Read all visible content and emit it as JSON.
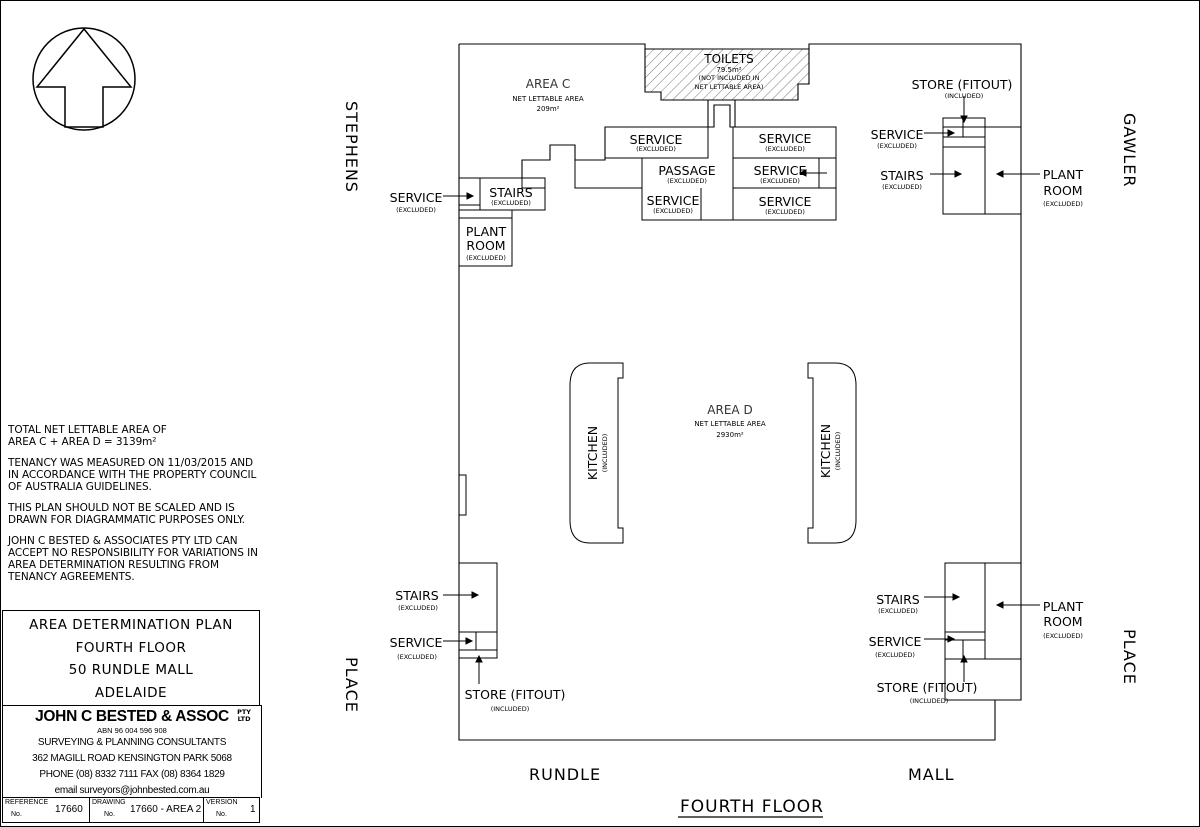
{
  "streets": {
    "stephens": "STEPHENS",
    "gawler": "GAWLER",
    "place_left": "PLACE",
    "place_right": "PLACE",
    "rundle": "RUNDLE",
    "mall": "MALL"
  },
  "drawing_title": "FOURTH FLOOR",
  "areas": {
    "area_c": {
      "name": "AREA C",
      "desc": "NET LETTABLE AREA",
      "size": "209m²"
    },
    "area_d": {
      "name": "AREA D",
      "desc": "NET LETTABLE AREA",
      "size": "2930m²"
    },
    "toilets": {
      "name": "TOILETS",
      "size": "79.5m²",
      "note1": "(NOT INCLUDED IN",
      "note2": "NET LETTABLE AREA)"
    }
  },
  "labels": {
    "excluded": "(EXCLUDED)",
    "included": "(INCLUDED)",
    "service": "SERVICE",
    "stairs": "STAIRS",
    "passage": "PASSAGE",
    "plant": "PLANT",
    "room": "ROOM",
    "store_fitout": "STORE (FITOUT)",
    "kitchen": "KITCHEN"
  },
  "notes": {
    "line1": "TOTAL NET LETTABLE AREA OF",
    "line2": "AREA C + AREA D = 3139m²",
    "para2": "TENANCY WAS MEASURED ON  11/03/2015 AND IN ACCORDANCE WITH THE PROPERTY COUNCIL OF AUSTRALIA GUIDELINES.",
    "para3": "THIS PLAN SHOULD NOT BE SCALED AND IS DRAWN FOR DIAGRAMMATIC PURPOSES ONLY.",
    "para4": "JOHN C BESTED & ASSOCIATES PTY LTD CAN ACCEPT NO RESPONSIBILITY FOR VARIATIONS IN AREA DETERMINATION RESULTING FROM TENANCY AGREEMENTS."
  },
  "title_block": {
    "line1": "AREA DETERMINATION PLAN",
    "line2": "FOURTH FLOOR",
    "line3": "50 RUNDLE MALL",
    "line4": "ADELAIDE"
  },
  "firm": {
    "name": "JOHN C BESTED & ASSOC",
    "pty": "PTY",
    "ltd": "LTD",
    "abn": "ABN 96 004 596 908",
    "line1": "SURVEYING & PLANNING CONSULTANTS",
    "line2": "362 MAGILL ROAD  KENSINGTON PARK 5068",
    "line3": "PHONE (08) 8332 7111  FAX (08) 8364 1829",
    "line4": "email  surveyors@johnbested.com.au"
  },
  "refs": {
    "reference_label": "REFERENCE",
    "reference_no": "No.",
    "reference_value": "17660",
    "drawing_label": "DRAWING",
    "drawing_no": "No.",
    "drawing_value": "17660 - AREA 2",
    "version_label": "VERSION",
    "version_no": "No.",
    "version_value": "1"
  }
}
